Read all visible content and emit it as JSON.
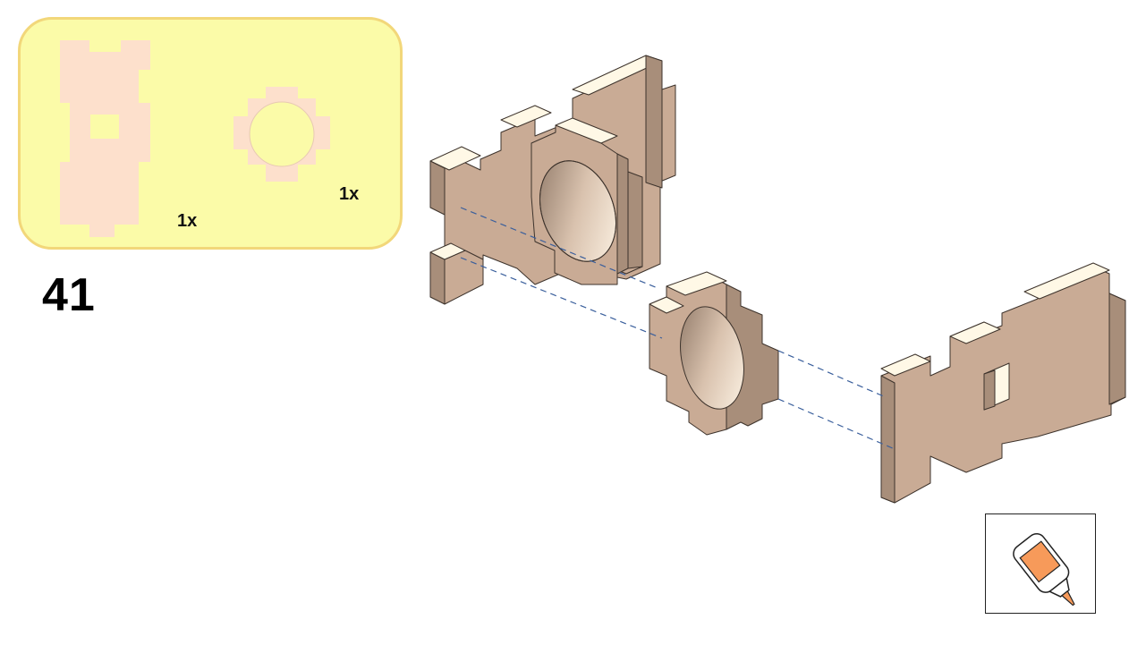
{
  "step": {
    "number": "41"
  },
  "parts": [
    {
      "name": "plate-with-window",
      "quantity": "1x"
    },
    {
      "name": "ring-gear",
      "quantity": "1x"
    }
  ],
  "colors": {
    "panel_fill": "#fbfba8",
    "panel_border": "#f2d77a",
    "flat_part": "#fde0cc",
    "wood_front": "#c9ab95",
    "wood_side": "#a88e7a",
    "wood_top": "#fff8e6",
    "guide_line": "#3a5f9c",
    "glue_tip": "#f79a5a"
  },
  "icons": [
    "glue-bottle-icon"
  ]
}
